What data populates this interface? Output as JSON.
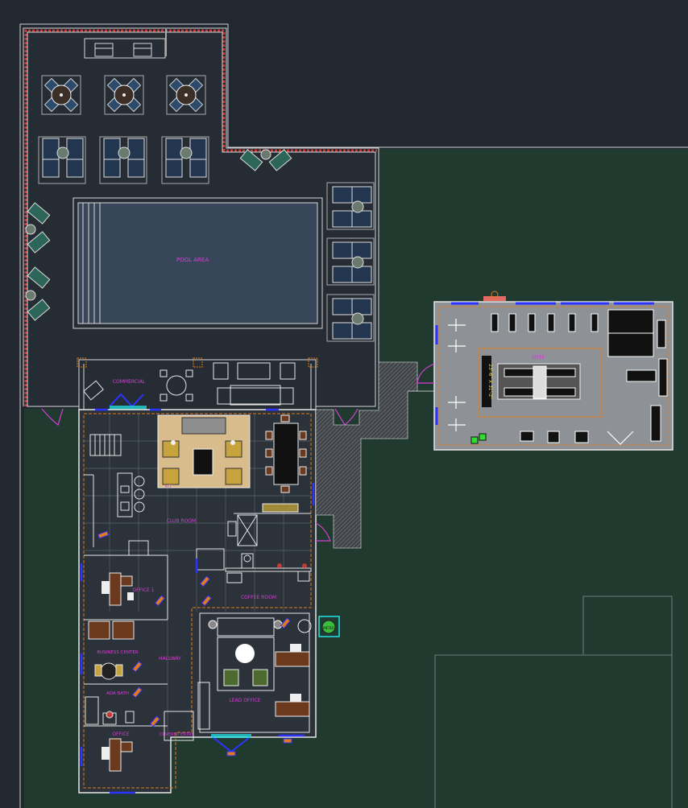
{
  "rooms": {
    "pool_area": "POOL AREA",
    "commercial": "COMMERCIAL",
    "club_room": "CLUB ROOM",
    "office_1": "OFFICE 1",
    "business_center": "BUSINESS CENTER",
    "hallway": "HALLWAY",
    "ada_bath": "ADA BATH",
    "office_2": "OFFICE",
    "coffee_room": "COFFEE ROOM",
    "lead_office": "LEAD OFFICE",
    "covered_entry": "COVERED ENTRY",
    "gym": "GYM",
    "gym_dim": "23'-6\" X 31'-2\"",
    "meter": "METER"
  },
  "colors": {
    "background": "#212830",
    "grass": "#213a30",
    "wall": "#e6e6e6",
    "label": "#d63fd6",
    "door": "#2b33ff",
    "orange_dash": "#e07a1c",
    "brick": "#c33a3a",
    "pool_water": "#374658",
    "tile_floor": "#2b323a",
    "gym_floor": "#8e9196",
    "cyan": "#22e2e2"
  }
}
